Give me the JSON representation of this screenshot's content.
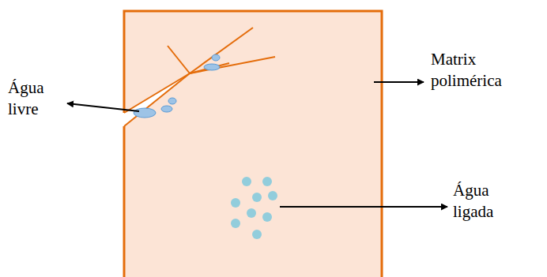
{
  "diagram": {
    "labels": [
      "Água livre",
      "Matrix polimérica",
      "Água ligada"
    ]
  }
}
